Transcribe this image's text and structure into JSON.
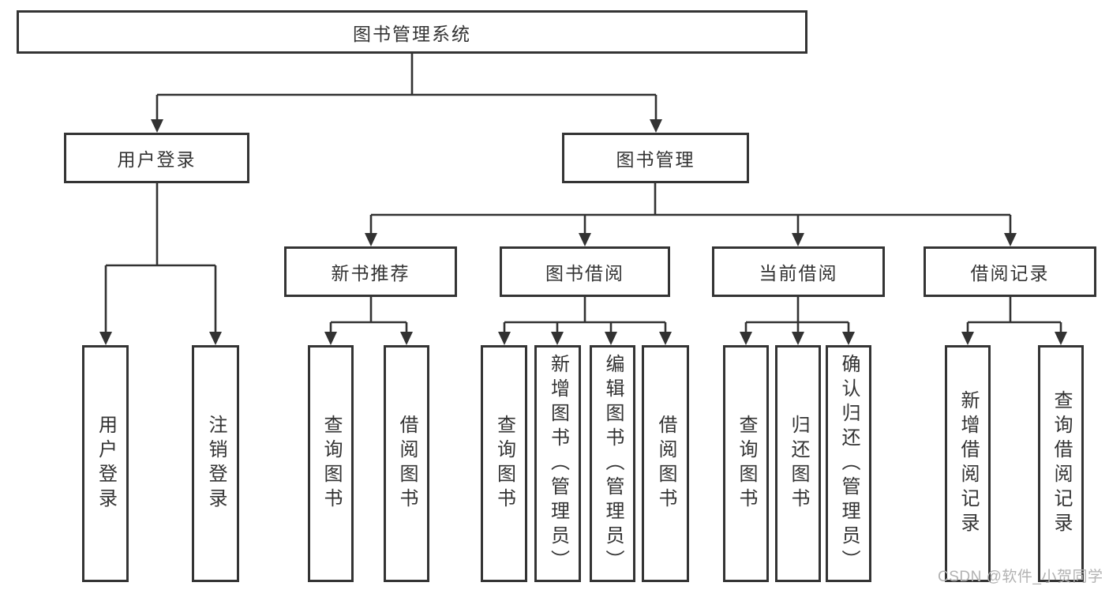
{
  "tree": {
    "label": "图书管理系统",
    "children": [
      {
        "label": "用户登录",
        "children": [
          {
            "label": "用户登录"
          },
          {
            "label": "注销登录"
          }
        ]
      },
      {
        "label": "图书管理",
        "children": [
          {
            "label": "新书推荐",
            "children": [
              {
                "label": "查询图书"
              },
              {
                "label": "借阅图书"
              }
            ]
          },
          {
            "label": "图书借阅",
            "children": [
              {
                "label": "查询图书"
              },
              {
                "label": "新增图书（管理员）"
              },
              {
                "label": "编辑图书（管理员）"
              },
              {
                "label": "借阅图书"
              }
            ]
          },
          {
            "label": "当前借阅",
            "children": [
              {
                "label": "查询图书"
              },
              {
                "label": "归还图书"
              },
              {
                "label": "确认归还（管理员）"
              }
            ]
          },
          {
            "label": "借阅记录",
            "children": [
              {
                "label": "新增借阅记录"
              },
              {
                "label": "查询借阅记录"
              }
            ]
          }
        ]
      }
    ]
  },
  "watermark": {
    "text": "CSDN @软件_小贺同学"
  },
  "colors": {
    "line": "#323232",
    "border": "#343434",
    "watermark": "#b2b2b2",
    "background": "#ffffff"
  }
}
